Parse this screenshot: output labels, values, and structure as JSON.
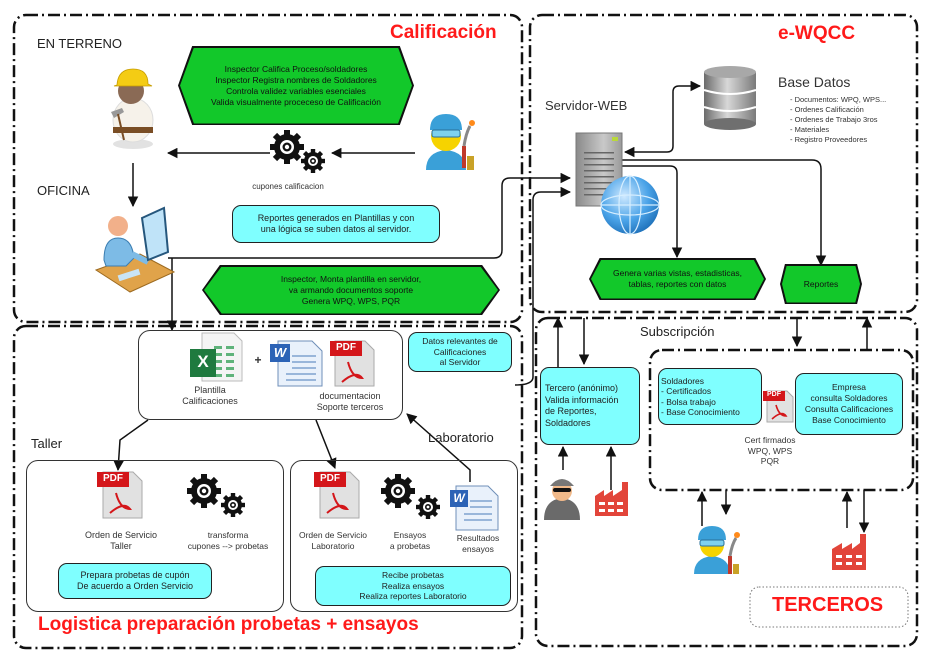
{
  "regions": {
    "calificacion": {
      "title": "Calificación",
      "zones": [
        "EN TERRENO",
        "OFICINA"
      ]
    },
    "ewqcc": {
      "title": "e-WQCC"
    },
    "logistica": {
      "title": "Logistica preparación probetas + ensayos",
      "zones": [
        "Taller",
        "Laboratorio"
      ]
    },
    "terceros": {
      "title": "TERCEROS",
      "subscription_label": "Subscripción"
    }
  },
  "calificacion": {
    "green_box_lines": [
      "Inspector Califica Proceso/soldadores",
      "Inspector Registra nombres de Soldadores",
      "Controla validez variables esenciales",
      "Valida visualmente proceceso de Calificación"
    ],
    "gears_caption": "cupones calificacion",
    "reports_box_lines": [
      "Reportes generados en Plantillas y con",
      "una lógica se suben datos al servidor."
    ],
    "inspector_box_lines": [
      "Inspector, Monta plantilla en servidor,",
      "va armando documentos soporte",
      "Genera WPQ, WPS, PQR"
    ]
  },
  "templates": {
    "excel_caption": [
      "Plantilla",
      "Calificaciones"
    ],
    "plus": "+",
    "docs_caption": [
      "documentacion",
      "Soporte terceros"
    ],
    "upload_box_lines": [
      "Datos relevantes de",
      "Calificaciones",
      "al Servidor"
    ]
  },
  "taller": {
    "pdf_caption": [
      "Orden de Servicio",
      "Taller"
    ],
    "gears_caption": [
      "transforma",
      "cupones --> probetas"
    ],
    "box_lines": [
      "Prepara probetas de cupón",
      "De acuerdo a Orden Servicio"
    ]
  },
  "laboratorio": {
    "pdf_caption": [
      "Orden de Servicio",
      "Laboratorio"
    ],
    "gears_caption": [
      "Ensayos",
      "a probetas"
    ],
    "word_caption": [
      "Resultados",
      "ensayos"
    ],
    "box_lines": [
      "Recibe probetas",
      "Realiza ensayos",
      "Realiza reportes Laboratorio"
    ]
  },
  "ewqcc": {
    "server_label": "Servidor-WEB",
    "db_label": "Base Datos",
    "db_items": [
      "- Documentos: WPQ, WPS...",
      "- Ordenes Calificación",
      "- Ordenes de Trabajo 3ros",
      "- Materiales",
      "- Registro Proveedores"
    ],
    "views_box_lines": [
      "Genera varias vistas, estadisticas,",
      "tablas, reportes con datos"
    ],
    "reports_box": "Reportes"
  },
  "terceros": {
    "anon_box_lines": [
      "Tercero (anónimo)",
      "Valida información",
      "de Reportes,",
      "Soldadores"
    ],
    "soldadores_box_lines": [
      "Soldadores",
      "- Certificados",
      "- Bolsa trabajo",
      "- Base Conocimiento"
    ],
    "cert_caption": [
      "Cert firmados",
      "WPQ, WPS",
      "PQR"
    ],
    "empresa_box_lines": [
      "Empresa",
      "consulta Soldadores",
      "Consulta Calificaciones",
      "Base Conocimiento"
    ]
  },
  "icons": {
    "pdf_badge": "PDF",
    "word_badge": "W",
    "excel_badge": "X"
  },
  "colors": {
    "title_red": "#ff1a1a",
    "green_box": "#12c82a",
    "cyan_box": "#7fffff",
    "border_dark": "#111111"
  }
}
